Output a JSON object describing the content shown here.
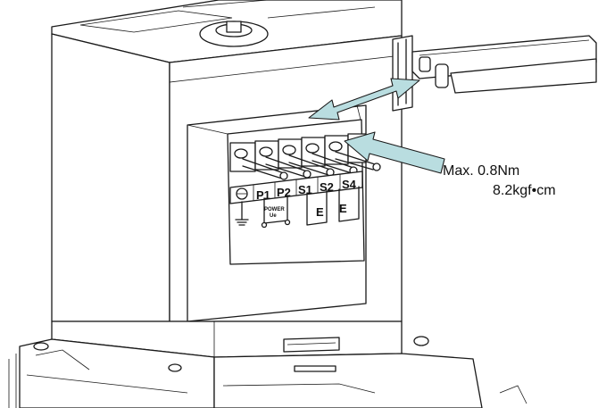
{
  "terminals": [
    {
      "id": "ground",
      "label": ""
    },
    {
      "id": "p1",
      "label": "P1"
    },
    {
      "id": "p2",
      "label": "P2"
    },
    {
      "id": "s1",
      "label": "S1"
    },
    {
      "id": "s2",
      "label": "S2"
    },
    {
      "id": "s4",
      "label": "S4"
    }
  ],
  "labels": {
    "power": "POWER",
    "ue": "Ue",
    "e_left": "E",
    "e_right": "E"
  },
  "torque": {
    "line1": "Max. 0.8Nm",
    "line2": "8.2kgf•cm"
  },
  "colors": {
    "arrow_fill": "#b9dde0",
    "line": "#1a1a1a"
  }
}
